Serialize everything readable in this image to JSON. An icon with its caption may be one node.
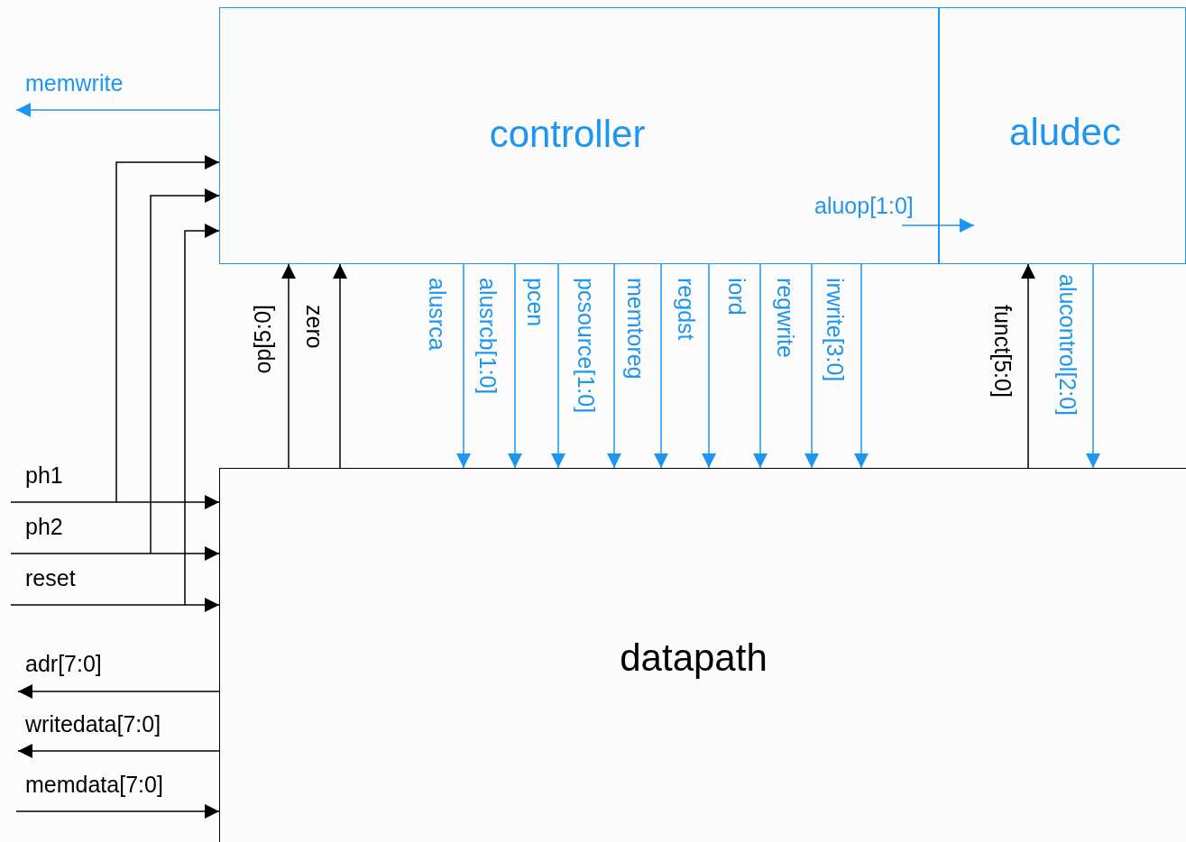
{
  "diagram": {
    "nodes": [
      {
        "text": [
          "controller"
        ]
      },
      {
        "text": [
          "aludec"
        ]
      },
      {
        "text": [
          "datapath"
        ]
      }
    ],
    "edges": [
      {
        "from": 0,
        "to": null,
        "arrow": "to",
        "label": "memwrite",
        "color": "#1e96f0"
      },
      {
        "from": null,
        "to": 2,
        "arrow": "to",
        "label": "ph1",
        "color": "#000000"
      },
      {
        "from": null,
        "to": 0,
        "arrow": "to",
        "color": "#000000"
      },
      {
        "from": null,
        "to": 2,
        "arrow": "to",
        "label": "ph2",
        "color": "#000000"
      },
      {
        "from": null,
        "to": 0,
        "arrow": "to",
        "color": "#000000"
      },
      {
        "from": null,
        "to": 2,
        "arrow": "to",
        "label": "reset",
        "color": "#000000"
      },
      {
        "from": null,
        "to": 0,
        "arrow": "to",
        "color": "#000000"
      },
      {
        "from": 2,
        "to": 0,
        "arrow": "to",
        "label": "op[5:0]",
        "color": "#000000"
      },
      {
        "from": 2,
        "to": 0,
        "arrow": "to",
        "label": "zero",
        "color": "#000000"
      },
      {
        "from": 0,
        "to": 2,
        "arrow": "to",
        "label": "alusrca",
        "color": "#1e96f0"
      },
      {
        "from": 0,
        "to": 2,
        "arrow": "to",
        "label": "alusrcb[1:0]",
        "color": "#1e96f0"
      },
      {
        "from": 0,
        "to": 2,
        "arrow": "to",
        "label": "pcen",
        "color": "#1e96f0"
      },
      {
        "from": 0,
        "to": 2,
        "arrow": "to",
        "label": "pcsource[1:0]",
        "color": "#1e96f0"
      },
      {
        "from": 0,
        "to": 2,
        "arrow": "to",
        "label": "memtoreg",
        "color": "#1e96f0"
      },
      {
        "from": 0,
        "to": 2,
        "arrow": "to",
        "label": "regdst",
        "color": "#1e96f0"
      },
      {
        "from": 0,
        "to": 2,
        "arrow": "to",
        "label": "iord",
        "color": "#1e96f0"
      },
      {
        "from": 0,
        "to": 2,
        "arrow": "to",
        "label": "regwrite",
        "color": "#1e96f0"
      },
      {
        "from": 0,
        "to": 2,
        "arrow": "to",
        "label": "irwrite[3:0]",
        "color": "#1e96f0"
      },
      {
        "from": 0,
        "to": 1,
        "arrow": "to",
        "label": "aluop[1:0]",
        "color": "#1e96f0"
      },
      {
        "from": 2,
        "to": 1,
        "arrow": "to",
        "label": "funct[5:0]",
        "color": "#000000"
      },
      {
        "from": 1,
        "to": 2,
        "arrow": "to",
        "label": "alucontrol[2:0]",
        "color": "#1e96f0"
      },
      {
        "from": 2,
        "to": null,
        "arrow": "to",
        "label": "adr[7:0]",
        "color": "#000000"
      },
      {
        "from": 2,
        "to": null,
        "arrow": "to",
        "label": "writedata[7:0]",
        "color": "#000000"
      },
      {
        "from": null,
        "to": 2,
        "arrow": "to",
        "label": "memdata[7:0]",
        "color": "#000000"
      }
    ]
  }
}
